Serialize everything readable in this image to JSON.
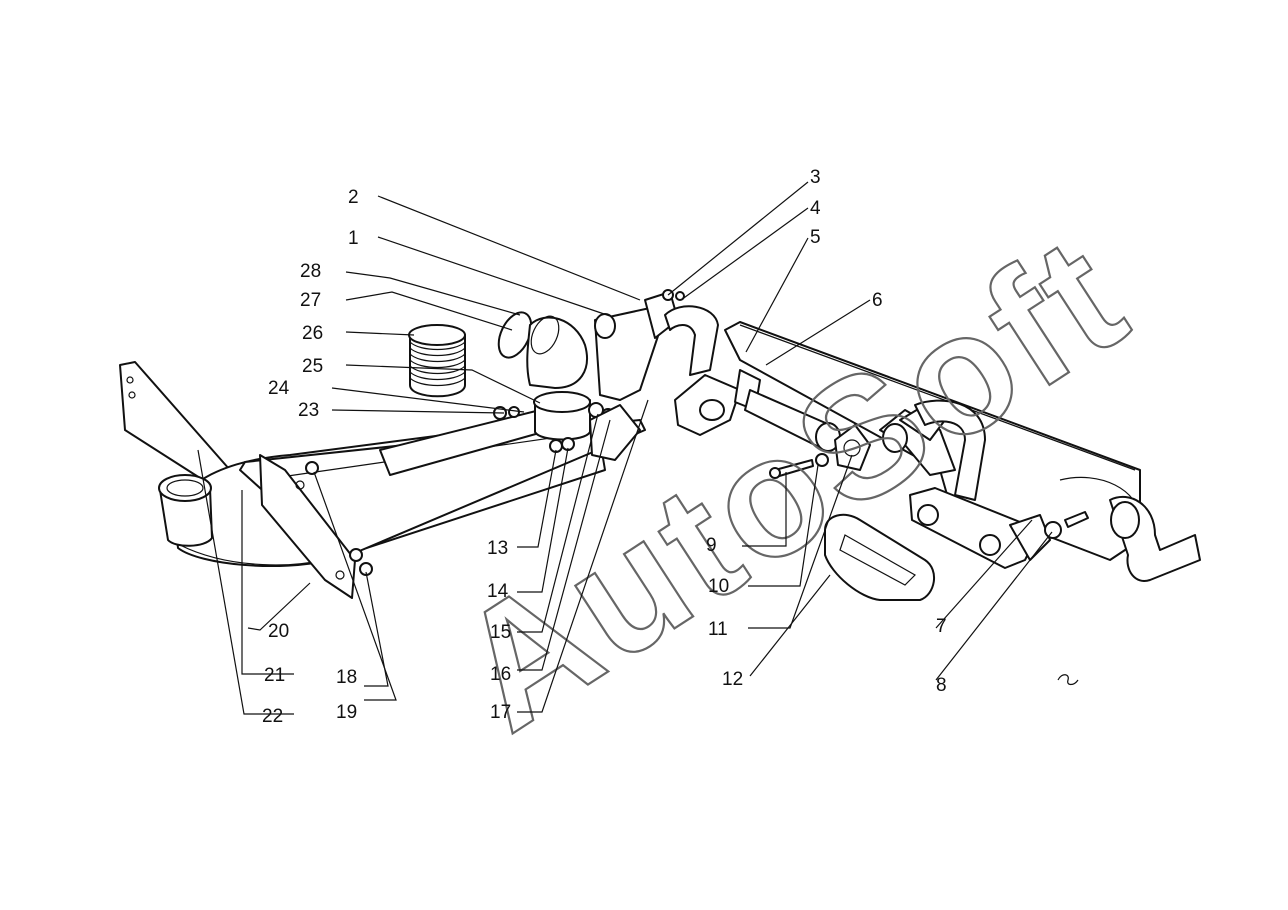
{
  "watermark": "AutoSoft",
  "callouts": [
    {
      "id": "p1",
      "text": "1"
    },
    {
      "id": "p2",
      "text": "2"
    },
    {
      "id": "p3",
      "text": "3"
    },
    {
      "id": "p4",
      "text": "4"
    },
    {
      "id": "p5",
      "text": "5"
    },
    {
      "id": "p6",
      "text": "6"
    },
    {
      "id": "p7",
      "text": "7"
    },
    {
      "id": "p8",
      "text": "8"
    },
    {
      "id": "p9",
      "text": "9"
    },
    {
      "id": "p10",
      "text": "10"
    },
    {
      "id": "p11",
      "text": "11"
    },
    {
      "id": "p12",
      "text": "12"
    },
    {
      "id": "p13",
      "text": "13"
    },
    {
      "id": "p14",
      "text": "14"
    },
    {
      "id": "p15",
      "text": "15"
    },
    {
      "id": "p16",
      "text": "16"
    },
    {
      "id": "p17",
      "text": "17"
    },
    {
      "id": "p18",
      "text": "18"
    },
    {
      "id": "p19",
      "text": "19"
    },
    {
      "id": "p20",
      "text": "20"
    },
    {
      "id": "p21",
      "text": "21"
    },
    {
      "id": "p22",
      "text": "22"
    },
    {
      "id": "p23",
      "text": "23"
    },
    {
      "id": "p24",
      "text": "24"
    },
    {
      "id": "p25",
      "text": "25"
    },
    {
      "id": "p26",
      "text": "26"
    },
    {
      "id": "p27",
      "text": "27"
    },
    {
      "id": "p28",
      "text": "28"
    }
  ]
}
